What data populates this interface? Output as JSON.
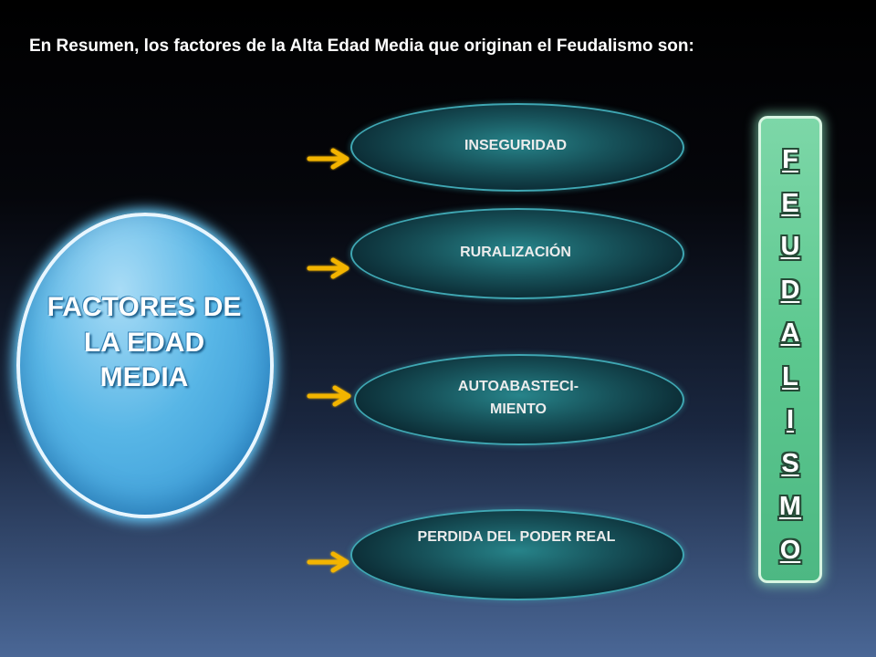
{
  "title": "En Resumen, los factores de la Alta Edad Media que originan el Feudalismo son:",
  "main_node": {
    "label": "FACTORES DE LA EDAD MEDIA"
  },
  "factors": [
    {
      "label": "INSEGURIDAD"
    },
    {
      "label": "RURALIZACIÓN"
    },
    {
      "label": "AUTOABASTECI-MIENTO"
    },
    {
      "label": "PERDIDA DEL PODER REAL"
    }
  ],
  "result": {
    "letters": [
      "F",
      "E",
      "U",
      "D",
      "A",
      "L",
      "I",
      "S",
      "M",
      "O"
    ]
  },
  "colors": {
    "main_fill": "#58b6e6",
    "factor_fill": "#17525a",
    "result_fill": "#5cc88f",
    "left_bracket": "#e8116e",
    "arrows": "#f3b400",
    "right_bracket": "#f0b000",
    "stubs": "#7fd321",
    "main_link": "#16a7a7",
    "result_link": "#1aa7dc"
  }
}
